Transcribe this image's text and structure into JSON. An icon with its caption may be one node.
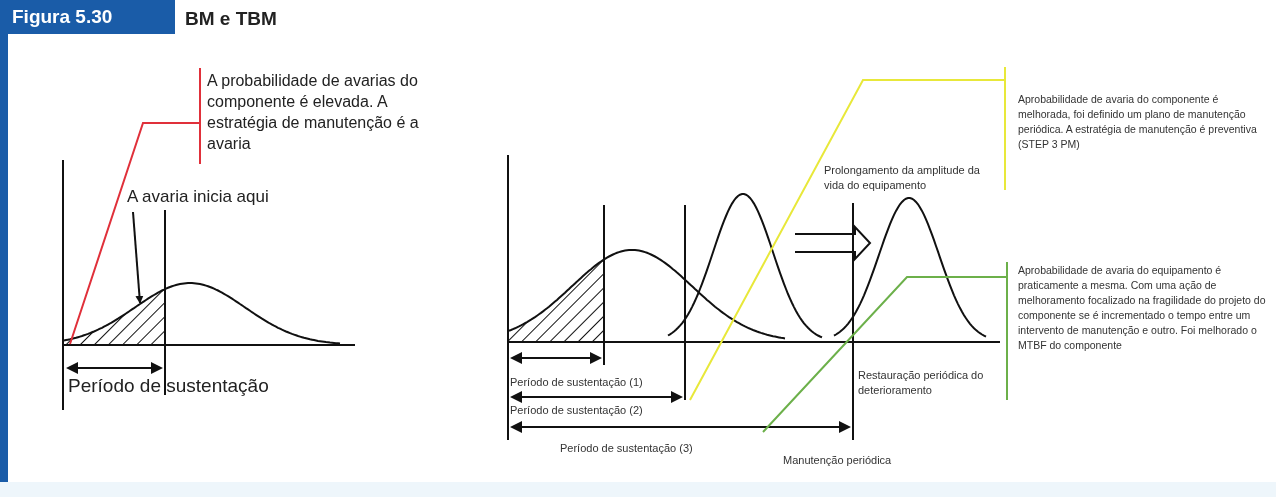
{
  "diagram": {
    "title": "BM e TBM",
    "nodes": [
      {
        "text": [
          "A probabilidade de avarias do componente é elevada. A estratégia de manutenção é a avaria"
        ]
      },
      {
        "text": [
          "A avaria inicia aqui"
        ]
      },
      {
        "text": [
          "Aprobabilidade de avaria do componente é melhorada, foi definido um plano de manutenção periódica. A estratégia de manutenção é preventiva (STEP 3 PM)"
        ]
      },
      {
        "text": [
          "Aprobabilidade de avaria do equipamento é praticamente a mesma. Com uma ação de melhoramento focalizado na fragilidade do projeto do componente se é incrementado o tempo entre um intervento de manutenção e outro. Foi melhorado o MTBF do componente"
        ]
      },
      {
        "text": [],
        "shape": "area"
      }
    ],
    "edges": [
      {
        "from": 0,
        "to": 4,
        "arrow": "none",
        "color": "#e0303a"
      },
      {
        "from": 1,
        "to": 4,
        "arrow": "to",
        "color": "#111111"
      },
      {
        "from": 2,
        "to": null,
        "arrow": "none",
        "color": "#e8e83a"
      },
      {
        "from": 3,
        "to": null,
        "arrow": "none",
        "color": "#6cb04a"
      }
    ],
    "labels": [
      "Figura 5.30",
      "Período de sustentação",
      "Prolongamento da amplitude da vida do equipamento",
      "Período de sustentação (1)",
      "Período de sustentação (2)",
      "Período de sustentação (3)",
      "Restauração periódica do deterioramento",
      "Manutenção periódica"
    ]
  }
}
